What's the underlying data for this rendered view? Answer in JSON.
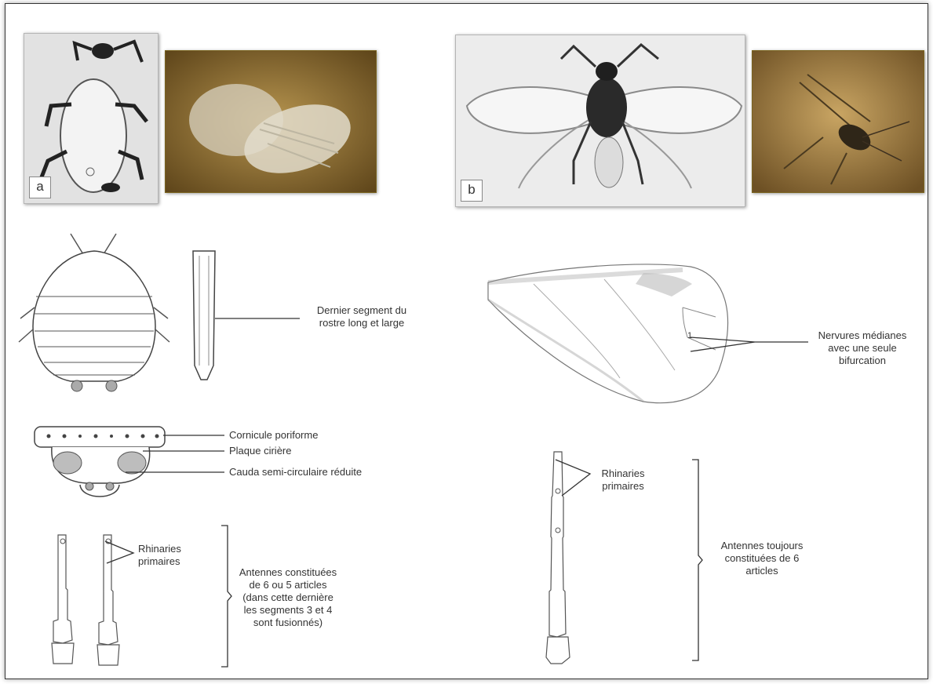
{
  "panels": {
    "a_label": "a",
    "b_label": "b"
  },
  "annotations": {
    "rostre": "Dernier segment du\nrostre long et large",
    "nervures": "Nervures médianes\navec une seule\nbifurcation",
    "wing_cell": "1",
    "cornicule": "Cornicule poriforme",
    "plaque": "Plaque cirière",
    "cauda": "Cauda semi-circulaire réduite",
    "rhinaries_left": "Rhinaries\nprimaires",
    "rhinaries_right": "Rhinaries\nprimaires",
    "antennes_left": "Antennes constituées\nde 6 ou 5 articles\n(dans cette dernière\nles segments 3 et 4\nsont fusionnés)",
    "antennes_right": "Antennes toujours\nconstituées de 6\narticles"
  },
  "colors": {
    "photo_amber": "#8a6a2a",
    "photo_grey": "#e2e2e2",
    "ink": "#333333"
  },
  "icons": {
    "wingless_aphid_photo": "aphid-apterous-bw-photo",
    "woolly_aphid_photo": "woolly-aphid-color-photo",
    "winged_aphid_photo": "aphid-alate-bw-photo",
    "winged_aphid_color_photo": "winged-aphid-color-photo"
  }
}
